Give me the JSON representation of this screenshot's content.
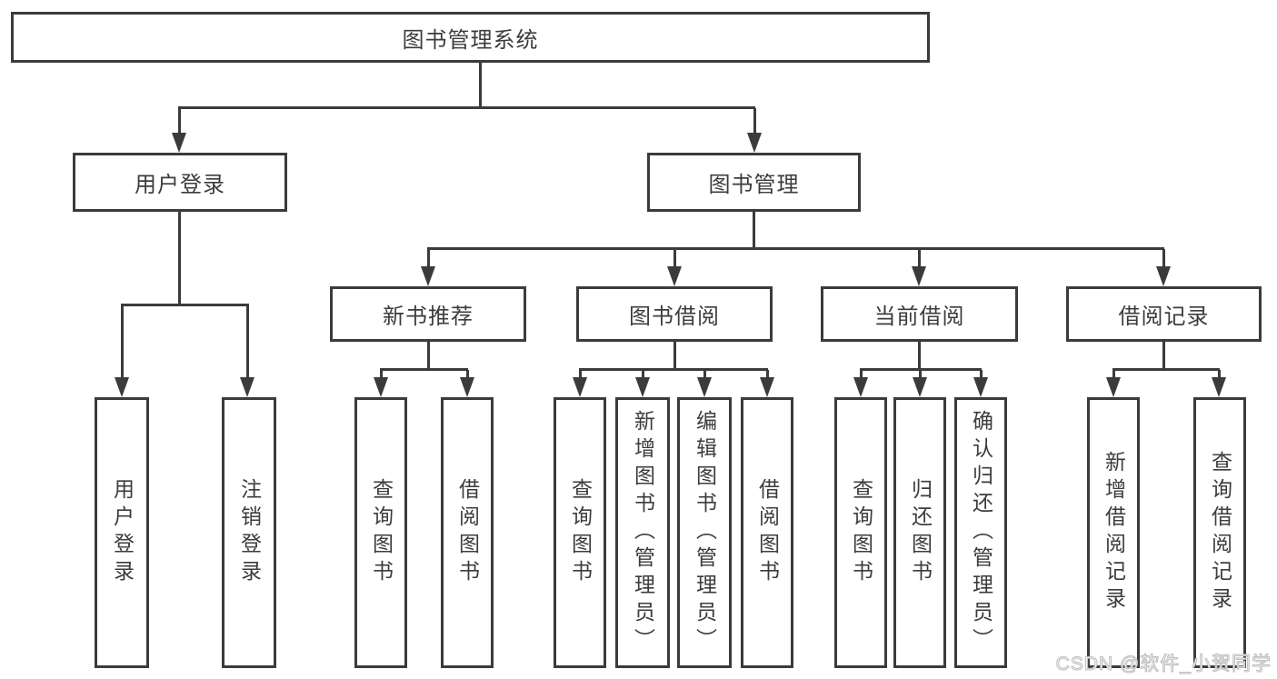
{
  "nodes": {
    "root": "图书管理系统",
    "user_login": "用户登录",
    "book_mgmt": "图书管理",
    "new_book_rec": "新书推荐",
    "book_borrow": "图书借阅",
    "current_borrow": "当前借阅",
    "borrow_record": "借阅记录",
    "leaf_user_login": "用户登录",
    "leaf_logout": "注销登录",
    "leaf_nb_query": "查询图书",
    "leaf_nb_borrow": "借阅图书",
    "leaf_bb_query": "查询图书",
    "leaf_bb_add": "新增图书（管理员）",
    "leaf_bb_edit": "编辑图书（管理员）",
    "leaf_bb_borrow": "借阅图书",
    "leaf_cb_query": "查询图书",
    "leaf_cb_return": "归还图书",
    "leaf_cb_confirm": "确认归还（管理员）",
    "leaf_br_add": "新增借阅记录",
    "leaf_br_query": "查询借阅记录"
  },
  "watermark": "CSDN @软件_小贺同学",
  "colors": {
    "line": "#3b3b3b",
    "text": "#3c3c3c",
    "background": "#ffffff",
    "watermark_fill": "#ffffff",
    "watermark_stroke": "#bdbdbd"
  }
}
